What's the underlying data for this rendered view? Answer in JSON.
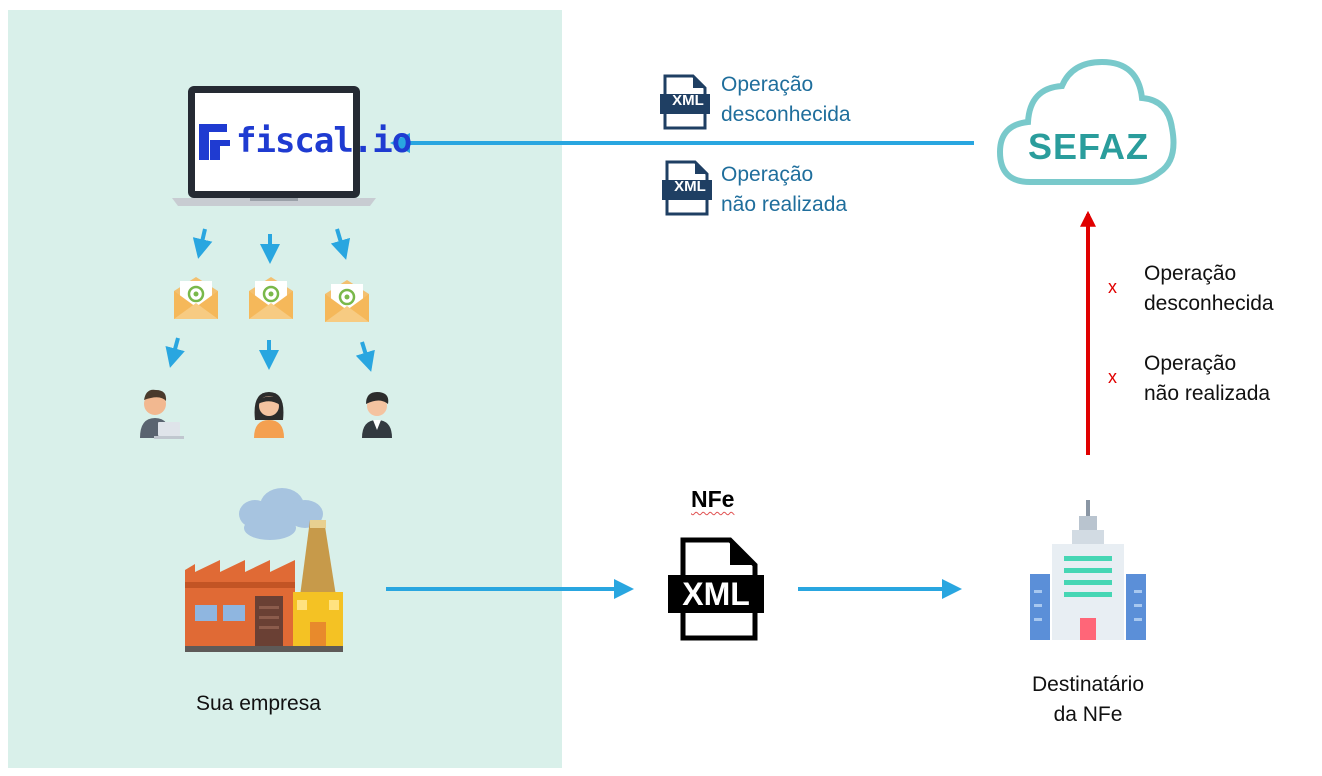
{
  "company": {
    "label": "Sua empresa"
  },
  "logo": {
    "text": "fiscal.io",
    "icon": "fiscal-logo-icon",
    "color": "#1f3bd1"
  },
  "sefaz": {
    "label": "SEFAZ",
    "icon": "cloud-icon",
    "color": "#2a9d9c"
  },
  "events_to_fiscal": [
    {
      "line1": "Operação",
      "line2": "desconhecida",
      "icon": "xml-file-icon"
    },
    {
      "line1": "Operação",
      "line2": "não realizada",
      "icon": "xml-file-icon"
    }
  ],
  "events_to_sefaz": [
    {
      "mark": "x",
      "line1": "Operação",
      "line2": "desconhecida"
    },
    {
      "mark": "x",
      "line1": "Operação",
      "line2": "não realizada"
    }
  ],
  "document": {
    "title": "NFe",
    "badge": "XML",
    "icon": "xml-document-icon"
  },
  "recipient": {
    "line1": "Destinatário",
    "line2": "da NFe",
    "icon": "building-icon"
  },
  "xml_badge": "XML",
  "colors": {
    "panel": "#d9f0ea",
    "arrow": "#29a6e0",
    "red_arrow": "#e00000",
    "label_blue": "#1f6e9c"
  }
}
